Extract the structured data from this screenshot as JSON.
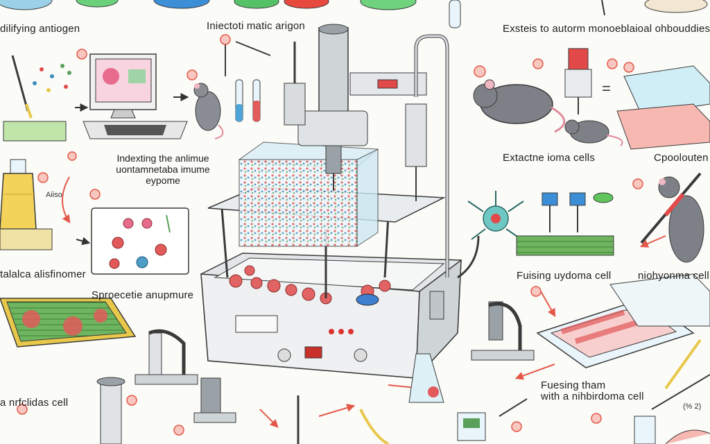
{
  "labels": {
    "top_left": "dilifying antiogen",
    "top_center": "Iniectoti matic arigon",
    "top_right": "Exsteis to autorm monoeblaioal ohbouddies",
    "left_mid_line1": "Indexting the anlimue",
    "left_mid_line2": "uontamnetaba imume",
    "left_mid_line3": "eypome",
    "flask_small": "Aiiso",
    "left_lower": "talalca alisfinomer",
    "spore_label": "Sproecetie anupmure",
    "left_bottom": "a nrfclidas cell",
    "right_mid": "Extactne ioma cells",
    "far_right_mid": "Cpoolouten",
    "fusing_label": "Fuising uydoma cell",
    "right_lower": "niohyonma cell",
    "bottom_right_line1": "Fuesing tham",
    "bottom_right_line2": "with a nihbirdoma cell",
    "vial_label": "(% 2)"
  },
  "colors": {
    "ink": "#3a3a3a",
    "metal": "#d9dde0",
    "metal_dark": "#9aa2a8",
    "red_marker": "#e4584a",
    "mouse": "#7d8086",
    "green_plate": "#4e9c45",
    "yellow_liquid": "#f3d35a",
    "pink_tissue": "#f1a3a3",
    "blue_glass": "#bfe3ee"
  },
  "icons": [
    "microscope-icon",
    "mouse-icon",
    "computer-icon",
    "flask-icon",
    "petri-dish-icon",
    "syringe-icon",
    "test-tube-icon",
    "culture-tray-icon",
    "pipette-icon",
    "dendritic-cell-icon",
    "arrow-icon",
    "step-marker-icon"
  ]
}
